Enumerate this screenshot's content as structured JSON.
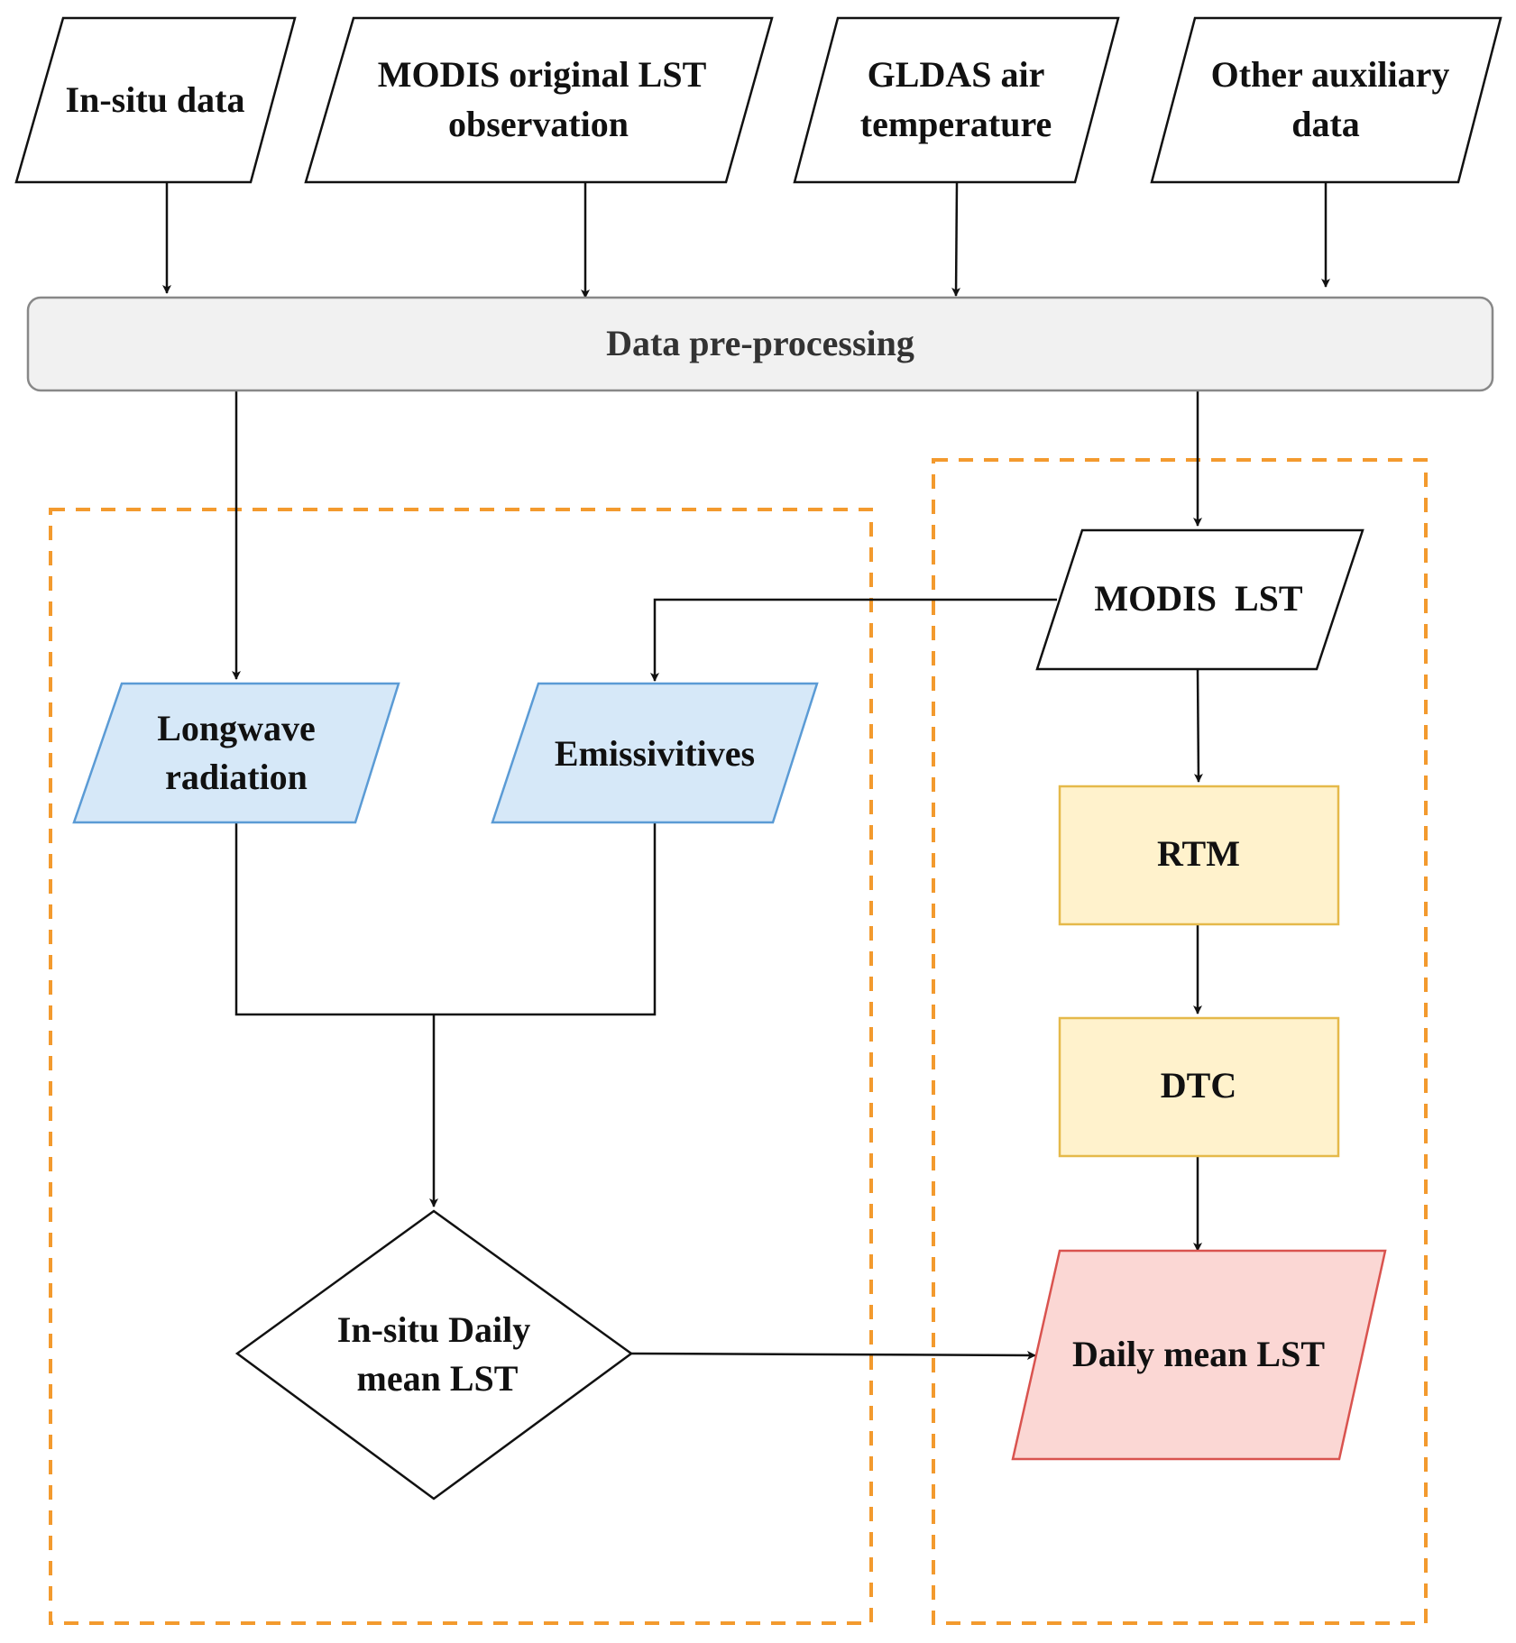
{
  "diagram": {
    "nodes": {
      "insitu": {
        "lines": [
          "In-situ data"
        ],
        "shape": "parallelogram"
      },
      "modis_obs": {
        "lines": [
          "MODIS original LST",
          "observation"
        ],
        "shape": "parallelogram"
      },
      "gldas": {
        "lines": [
          "GLDAS air",
          "temperature"
        ],
        "shape": "parallelogram"
      },
      "aux": {
        "lines": [
          "Other auxiliary",
          "data"
        ],
        "shape": "parallelogram"
      },
      "preproc": {
        "lines": [
          "Data pre-processing"
        ],
        "shape": "rounded-rectangle"
      },
      "modis_lst": {
        "lines": [
          "MODIS  LST"
        ],
        "shape": "parallelogram"
      },
      "longwave": {
        "lines": [
          "Longwave",
          "radiation"
        ],
        "shape": "parallelogram"
      },
      "emiss": {
        "lines": [
          "Emissivitives"
        ],
        "shape": "parallelogram"
      },
      "rtm": {
        "lines": [
          "RTM"
        ],
        "shape": "rectangle"
      },
      "dtc": {
        "lines": [
          "DTC"
        ],
        "shape": "rectangle"
      },
      "insitu_daily": {
        "lines": [
          "In-situ Daily",
          "mean LST"
        ],
        "shape": "diamond"
      },
      "daily_mean": {
        "lines": [
          "Daily mean LST"
        ],
        "shape": "parallelogram"
      }
    },
    "edges": [
      {
        "from": "insitu",
        "to": "preproc"
      },
      {
        "from": "modis_obs",
        "to": "preproc"
      },
      {
        "from": "gldas",
        "to": "preproc"
      },
      {
        "from": "aux",
        "to": "preproc"
      },
      {
        "from": "preproc",
        "to": "longwave"
      },
      {
        "from": "preproc",
        "to": "modis_lst"
      },
      {
        "from": "modis_lst",
        "to": "emiss"
      },
      {
        "from": "modis_lst",
        "to": "rtm"
      },
      {
        "from": "rtm",
        "to": "dtc"
      },
      {
        "from": "dtc",
        "to": "daily_mean"
      },
      {
        "from": "longwave",
        "to": "insitu_daily"
      },
      {
        "from": "emiss",
        "to": "insitu_daily"
      },
      {
        "from": "insitu_daily",
        "to": "daily_mean"
      }
    ],
    "groups": [
      {
        "id": "insitu-branch",
        "border": "dashed"
      },
      {
        "id": "modis-branch",
        "border": "dashed"
      }
    ],
    "colors": {
      "group_border": "#f39a2e",
      "process_fill": "#f1f1f1",
      "derived_input_fill": "#d6e8f8",
      "derived_input_stroke": "#5b9bd5",
      "model_fill": "#fff2cc",
      "model_stroke": "#e5b94a",
      "output_fill": "#fbd7d4",
      "output_stroke": "#d9534f"
    }
  }
}
